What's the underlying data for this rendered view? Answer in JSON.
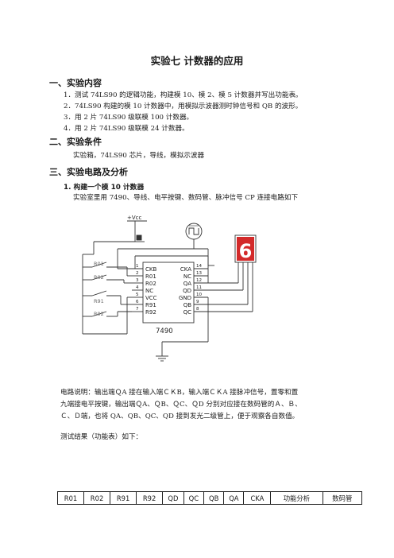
{
  "title": "实验七  计数器的应用",
  "sections": {
    "s1": {
      "heading": "一、实验内容",
      "items": [
        "1．测试 74LS90 的逻辑功能，构建模 10、模 2、模 5 计数器并写出功能表。",
        "2．74LS90 构建的模 10 计数器中，用模拟示波器测时钟信号和 QB 的波形。",
        "3．用 2 片 74LS90 级联模 100 计数器。",
        "4．用 2 片 74LS90 级联模 24 计数器。"
      ]
    },
    "s2": {
      "heading": "二、实验条件",
      "text": "实验箱，74LS90 芯片，导线，模拟示波器"
    },
    "s3": {
      "heading": "三、实验电路及分析",
      "sub": "1. 构建一个模 10 计数器",
      "intro": "实验室里用 7490、导线、电平按键、数码管、脉冲信号 CP 连接电路如下",
      "desc": [
        "电路说明：输出端ＱA 接在输入端ＣＫB，输入端ＣＫA 接脉冲信号，置零和置",
        "九端接电平按键，输出端ＱA、ＱB、ＱC、ＱD 分别对应接在数码管的Ａ、Ｂ、",
        "Ｃ、Ｄ端，也将 QA、QB、QC、QD 接到发光二级管上，便于观察各自数值。"
      ],
      "result_label": "测试结果（功能表）如下："
    }
  },
  "circuit": {
    "vcc": "+Vcc",
    "chip_name": "7490",
    "display_digit": "6",
    "switch_labels": [
      "R01",
      "R02",
      "R91",
      "R92"
    ],
    "left_pins": [
      {
        "num": "1",
        "name": "CKB"
      },
      {
        "num": "2",
        "name": "R01"
      },
      {
        "num": "3",
        "name": "R02"
      },
      {
        "num": "4",
        "name": "NC"
      },
      {
        "num": "5",
        "name": "VCC"
      },
      {
        "num": "6",
        "name": "R91"
      },
      {
        "num": "7",
        "name": "R92"
      }
    ],
    "right_pins": [
      {
        "num": "14",
        "name": "CKA"
      },
      {
        "num": "13",
        "name": "NC"
      },
      {
        "num": "12",
        "name": "QA"
      },
      {
        "num": "11",
        "name": "QD"
      },
      {
        "num": "10",
        "name": "GND"
      },
      {
        "num": "9",
        "name": "QB"
      },
      {
        "num": "8",
        "name": "QC"
      }
    ]
  },
  "table": {
    "headers": [
      "R01",
      "R02",
      "R91",
      "R92",
      "QD",
      "QC",
      "QB",
      "QA",
      "CKA",
      "功能分析",
      "数码管"
    ]
  }
}
